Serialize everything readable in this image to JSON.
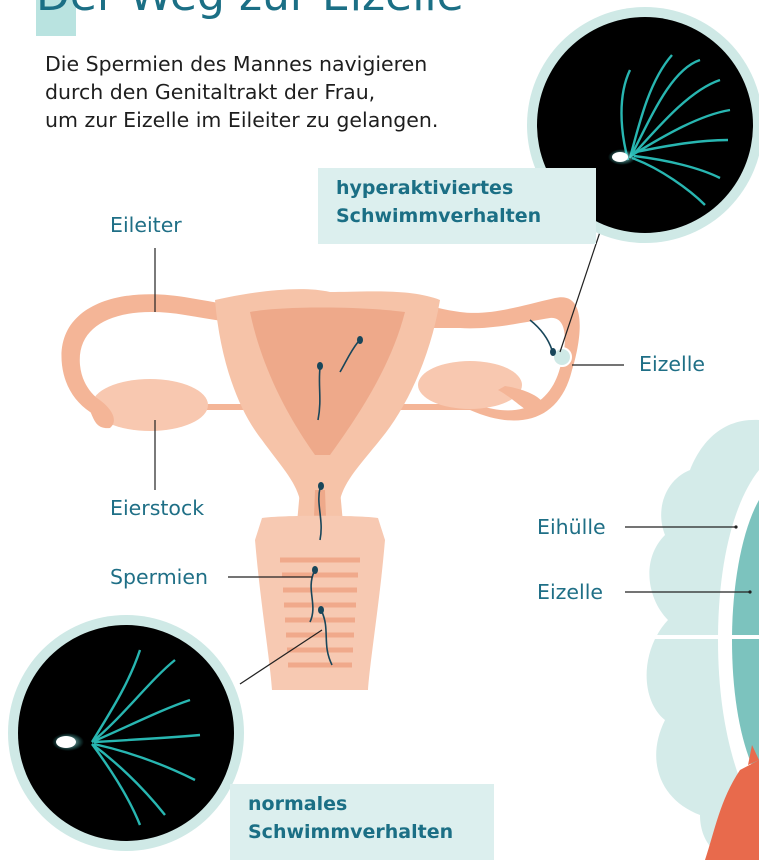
{
  "title": "Der Weg zur Eizelle",
  "intro": [
    "Die Spermien des Mannes navigieren",
    "durch den Genitaltrakt der Frau,",
    "um zur Eizelle im Eileiter zu gelangen."
  ],
  "labels": {
    "eileiter": "Eileiter",
    "eierstock": "Eierstock",
    "spermien": "Spermien",
    "eizelle_right": "Eizelle",
    "eihuelle": "Eihülle",
    "eizelle_detail": "Eizelle"
  },
  "callouts": {
    "hyperactive": [
      "hyperaktiviertes",
      "Schwimmverhalten"
    ],
    "normal": [
      "normales",
      "Schwimmverhalten"
    ]
  },
  "colors": {
    "accent": "#1b6f85",
    "uterus": "#f6c3a8",
    "uterus_dark": "#eea98a",
    "callout_bg": "#dcefee",
    "egg_bg": "#d4ebe9",
    "sperm_glow": "#2fd6d0"
  }
}
